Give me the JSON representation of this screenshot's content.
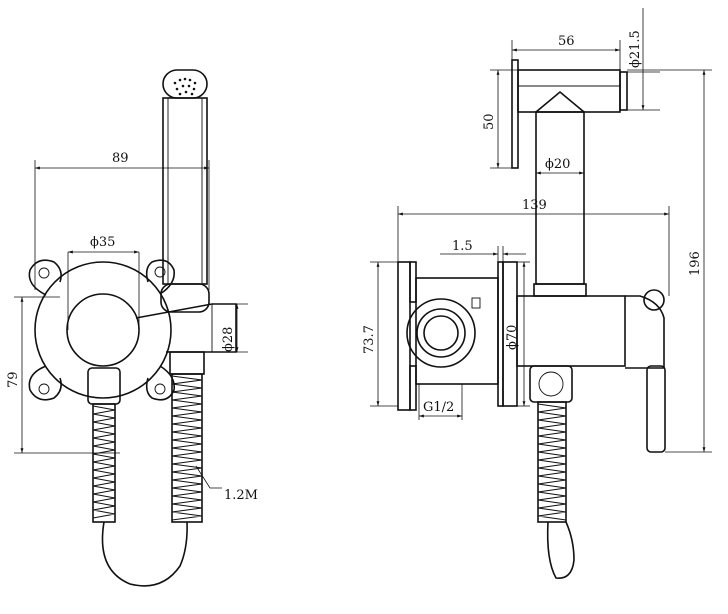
{
  "diagram": {
    "front_view": {
      "labels": {
        "width_overall": "89",
        "diameter_handle": "ϕ35",
        "diameter_body": "ϕ28",
        "height_left": "79",
        "hose_length": "1.2M"
      }
    },
    "side_view": {
      "labels": {
        "holder_width": "56",
        "outlet_diameter": "ϕ21.5",
        "holder_height": "50",
        "pipe_diameter": "ϕ20",
        "total_depth": "139",
        "plate_gap": "1.5",
        "flange_height": "73.7",
        "flange_diameter": "ϕ70",
        "thread": "G1/2",
        "total_height": "196"
      }
    },
    "colors": {
      "line": "#111111",
      "background": "#ffffff"
    }
  }
}
